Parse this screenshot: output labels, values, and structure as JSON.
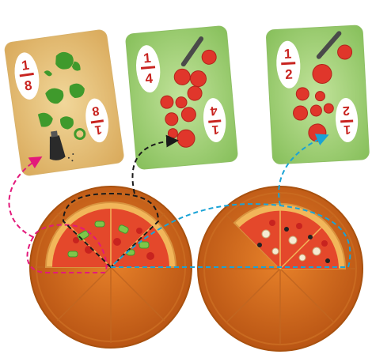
{
  "colors": {
    "card_yellow": "#e7c67a",
    "card_green": "#9fce74",
    "pepper_green": "#3f9a2c",
    "tomato_red": "#e0362b",
    "fraction_red": "#c8231f",
    "tray_orange": "#e07a26",
    "pizza_crust": "#f2b65a",
    "arrow_magenta": "#e3197b",
    "arrow_black": "#1a1a1a",
    "arrow_cyan": "#1aa3d6"
  },
  "cards": [
    {
      "name": "pepper-card",
      "topping": "green-pepper",
      "fraction": {
        "num": "1",
        "den": "8"
      },
      "corner_fraction": {
        "num": "8",
        "den": "1"
      }
    },
    {
      "name": "tomato-quarter-card",
      "topping": "tomato",
      "fraction": {
        "num": "1",
        "den": "4"
      },
      "corner_fraction": {
        "num": "4",
        "den": "1"
      }
    },
    {
      "name": "tomato-half-card",
      "topping": "tomato",
      "fraction": {
        "num": "1",
        "den": "2"
      },
      "corner_fraction": {
        "num": "2",
        "den": "1"
      }
    }
  ],
  "trays": [
    {
      "name": "left-tray",
      "slices_total": 8,
      "slices_filled": 4
    },
    {
      "name": "right-tray",
      "slices_total": 8,
      "slices_filled": 3
    }
  ],
  "icons": [
    "pepper-shaker-icon",
    "pizza-cutter-icon",
    "tomato-icon",
    "green-pepper-icon"
  ]
}
